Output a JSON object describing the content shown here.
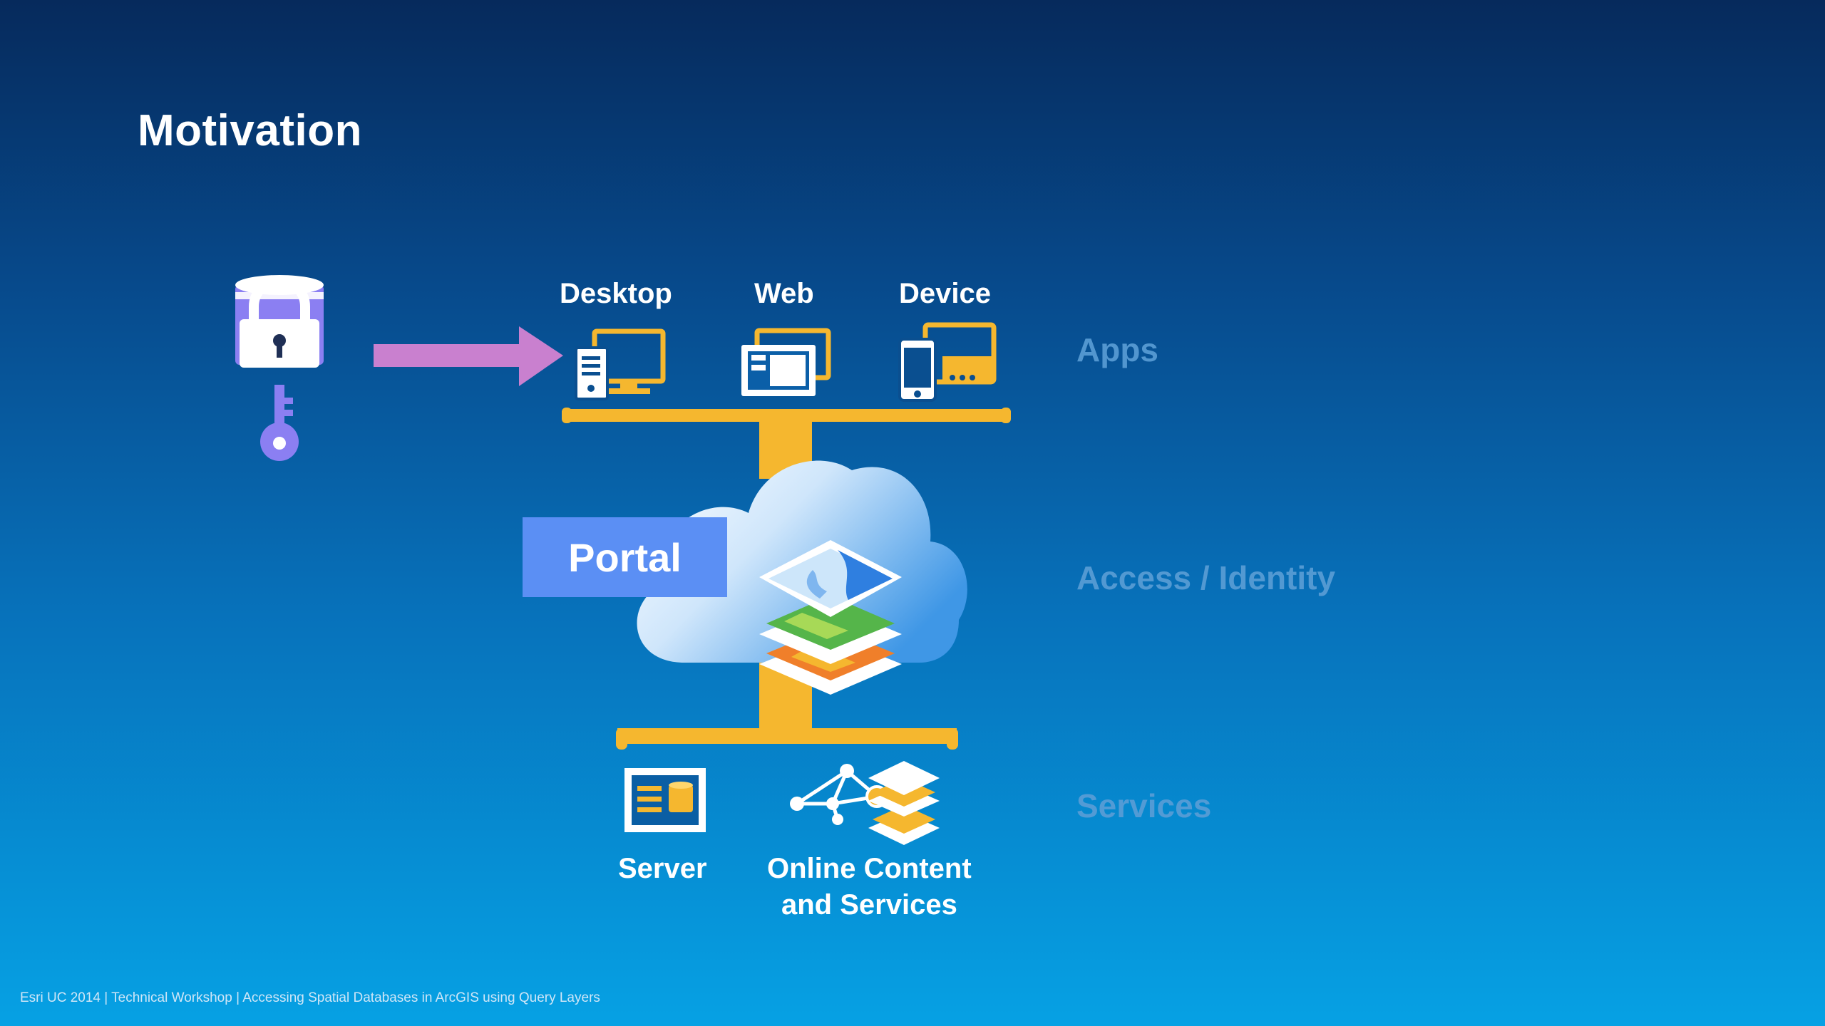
{
  "slide": {
    "title": "Motivation",
    "footer": "Esri UC 2014 | Technical Workshop |  Accessing Spatial Databases in ArcGIS using Query Layers"
  },
  "apps": {
    "desktop_label": "Desktop",
    "web_label": "Web",
    "device_label": "Device"
  },
  "portal": {
    "label": "Portal"
  },
  "services": {
    "server_label": "Server",
    "online_label_line1": "Online Content",
    "online_label_line2": "and Services"
  },
  "tiers": {
    "apps": "Apps",
    "access": "Access / Identity",
    "services": "Services"
  },
  "colors": {
    "accent_gold": "#f5b72f",
    "arrow_pink": "#c980cf",
    "portal_blue": "#5b8ff4",
    "lock_purple": "#8b7ff2",
    "tier_label": "#5b9ed6"
  },
  "icons": [
    "database-lock-icon",
    "key-icon",
    "arrow-right-icon",
    "desktop-icon",
    "web-icon",
    "device-icon",
    "cloud-icon",
    "map-layers-icon",
    "server-icon",
    "online-content-icon"
  ]
}
